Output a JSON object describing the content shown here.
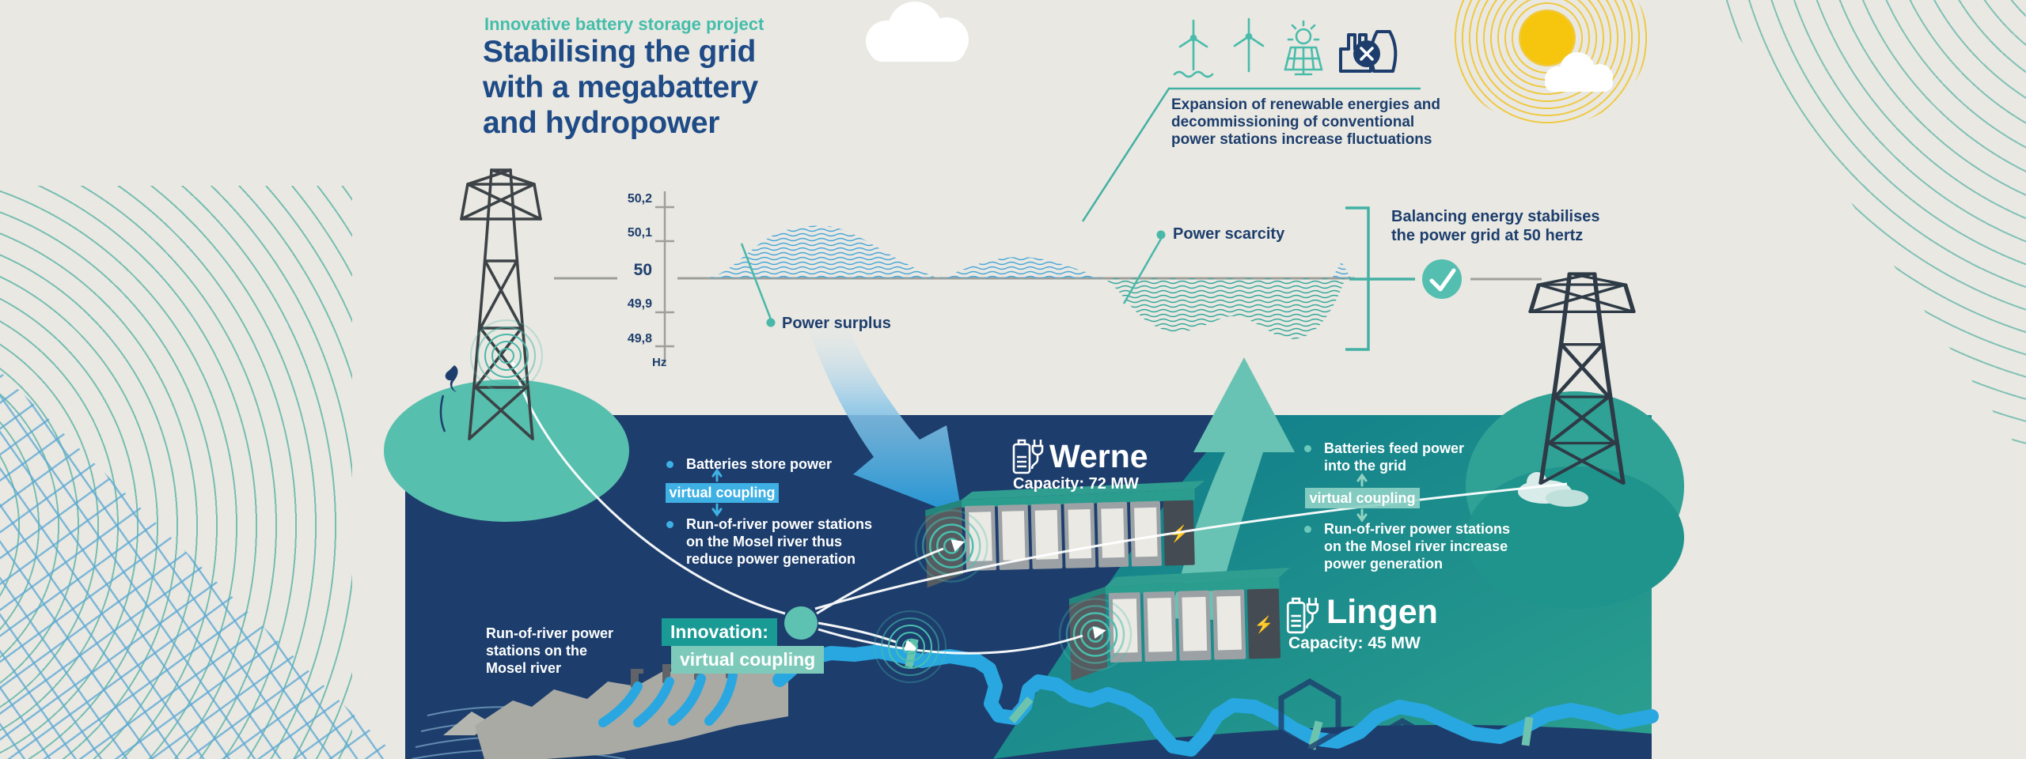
{
  "header": {
    "eyebrow": "Innovative battery storage project",
    "title": [
      "Stabilising the grid",
      "with a megabattery",
      "and hydropower"
    ]
  },
  "renewables": {
    "caption": [
      "Expansion of renewable energies and",
      "decommissioning of conventional",
      "power stations increase fluctuations"
    ],
    "icons": [
      "offshore-wind-turbine",
      "onshore-wind-turbine",
      "solar-panel",
      "decommissioned-power-station"
    ]
  },
  "frequency_chart": {
    "unit": "Hz",
    "ticks": [
      "50,2",
      "50,1",
      "50",
      "49,9",
      "49,8"
    ],
    "surplus_label": "Power surplus",
    "scarcity_label": "Power scarcity",
    "balance_note": [
      "Balancing energy stabilises",
      "the power grid at 50 hertz"
    ]
  },
  "storage_panel": {
    "bullet1": "Batteries store power",
    "coupling": "virtual coupling",
    "bullet2": [
      "Run-of-river power stations",
      "on the Mosel river thus",
      "reduce power generation"
    ]
  },
  "feed_panel": {
    "bullet1": [
      "Batteries feed power",
      "into the grid"
    ],
    "coupling": "virtual coupling",
    "bullet2": [
      "Run-of-river power stations",
      "on the Mosel river increase",
      "power generation"
    ]
  },
  "sites": {
    "werne": {
      "name": "Werne",
      "capacity": "Capacity: 72 MW"
    },
    "lingen": {
      "name": "Lingen",
      "capacity": "Capacity: 45 MW"
    }
  },
  "innovation": {
    "line1": "Innovation:",
    "line2": "virtual coupling"
  },
  "hydro_note": [
    "Run-of-river power",
    "stations on the",
    "Mosel river"
  ],
  "colors": {
    "accent_teal": "#45bdab",
    "navy_text": "#1d3e6d",
    "sea_navy": "#1d3e6d",
    "sea_teal": "#0d7a8a",
    "river_blue": "#29a7e0",
    "surplus_blue": "#49a7d9",
    "scarcity_teal": "#35a79a",
    "sun_yellow": "#f6c50e",
    "check_teal": "#54bfb0"
  }
}
